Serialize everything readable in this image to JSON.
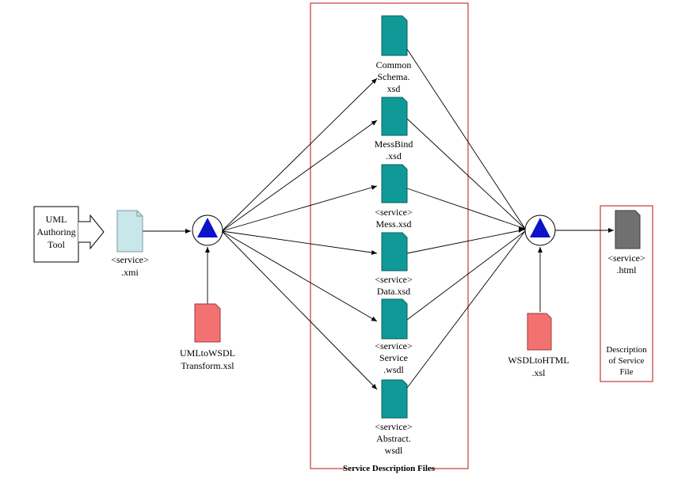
{
  "diagram": {
    "authoring_tool": {
      "line1": "UML",
      "line2": "Authoring",
      "line3": "Tool"
    },
    "xmi_file": {
      "line1": "<service>",
      "line2": ".xmi"
    },
    "uml_to_wsdl": {
      "line1": "UMLtoWSDL",
      "line2": "Transform.xsl"
    },
    "service_files_group": {
      "label": "Service Description Files"
    },
    "common_schema": {
      "line1": "Common",
      "line2": "Schema.",
      "line3": "xsd"
    },
    "mess_bind": {
      "line1": "MessBind",
      "line2": ".xsd"
    },
    "mess_xsd": {
      "line1": "<service>",
      "line2": "Mess.xsd"
    },
    "data_xsd": {
      "line1": "<service>",
      "line2": "Data.xsd"
    },
    "service_wsdl": {
      "line1": "<service>",
      "line2": "Service",
      "line3": ".wsdl"
    },
    "abstract_wsdl": {
      "line1": "<service>",
      "line2": "Abstract.",
      "line3": "wsdl"
    },
    "wsdl_to_html": {
      "line1": "WSDLtoHTML",
      "line2": ".xsl"
    },
    "html_file": {
      "line1": "<service>",
      "line2": ".html"
    },
    "description_group": {
      "line1": "Description",
      "line2": "of Service",
      "line3": "File"
    },
    "colors": {
      "teal_file": "#0f9a97",
      "light_blue_file": "#c7e7ea",
      "red_file": "#f47172",
      "gray_file": "#707070",
      "triangle": "#0b12c9",
      "group_border": "#c8373a"
    }
  }
}
